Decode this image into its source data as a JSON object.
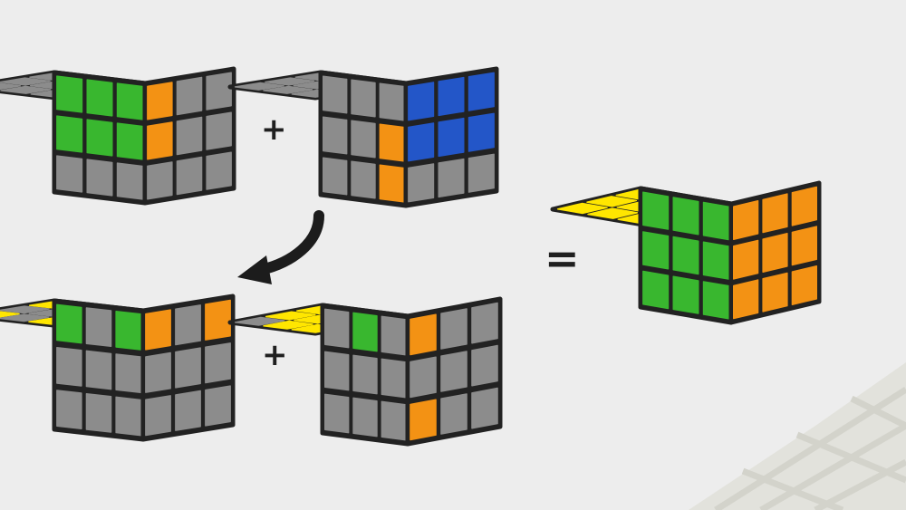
{
  "operators": {
    "plus_top": "+",
    "plus_bottom": "+",
    "equals": "="
  },
  "colors": {
    "background": "#ededed",
    "cube_body": "#222222",
    "gray": "#8c8c8c",
    "green": "#39b72f",
    "orange": "#f39214",
    "blue": "#2356c8",
    "yellow": "#ffe600",
    "arrow": "#1c1c1c"
  },
  "cubes": [
    {
      "name": "cube-top-left",
      "top": [
        "gray",
        "gray",
        "gray",
        "gray",
        "gray",
        "gray",
        "gray",
        "gray",
        "gray"
      ],
      "left": [
        "green",
        "green",
        "green",
        "green",
        "green",
        "green",
        "gray",
        "gray",
        "gray"
      ],
      "right": [
        "orange",
        "gray",
        "gray",
        "orange",
        "gray",
        "gray",
        "gray",
        "gray",
        "gray"
      ]
    },
    {
      "name": "cube-top-right",
      "top": [
        "gray",
        "gray",
        "gray",
        "gray",
        "gray",
        "gray",
        "gray",
        "gray",
        "gray"
      ],
      "left": [
        "gray",
        "gray",
        "gray",
        "gray",
        "gray",
        "orange",
        "gray",
        "gray",
        "orange"
      ],
      "right": [
        "blue",
        "blue",
        "blue",
        "blue",
        "blue",
        "blue",
        "gray",
        "gray",
        "gray"
      ]
    },
    {
      "name": "cube-bottom-left",
      "top": [
        "yellow",
        "gray",
        "yellow",
        "gray",
        "gray",
        "gray",
        "yellow",
        "gray",
        "yellow"
      ],
      "left": [
        "green",
        "gray",
        "green",
        "gray",
        "gray",
        "gray",
        "gray",
        "gray",
        "gray"
      ],
      "right": [
        "orange",
        "gray",
        "orange",
        "gray",
        "gray",
        "gray",
        "gray",
        "gray",
        "gray"
      ]
    },
    {
      "name": "cube-bottom-right",
      "top": [
        "gray",
        "yellow",
        "yellow",
        "yellow",
        "yellow",
        "yellow",
        "yellow",
        "yellow",
        "gray"
      ],
      "left": [
        "gray",
        "green",
        "gray",
        "gray",
        "gray",
        "gray",
        "gray",
        "gray",
        "gray"
      ],
      "right": [
        "orange",
        "gray",
        "gray",
        "gray",
        "gray",
        "gray",
        "orange",
        "gray",
        "gray"
      ]
    },
    {
      "name": "cube-result",
      "top": [
        "yellow",
        "yellow",
        "yellow",
        "yellow",
        "yellow",
        "yellow",
        "yellow",
        "yellow",
        "yellow"
      ],
      "left": [
        "green",
        "green",
        "green",
        "green",
        "green",
        "green",
        "green",
        "green",
        "green"
      ],
      "right": [
        "orange",
        "orange",
        "orange",
        "orange",
        "orange",
        "orange",
        "orange",
        "orange",
        "orange"
      ]
    }
  ]
}
